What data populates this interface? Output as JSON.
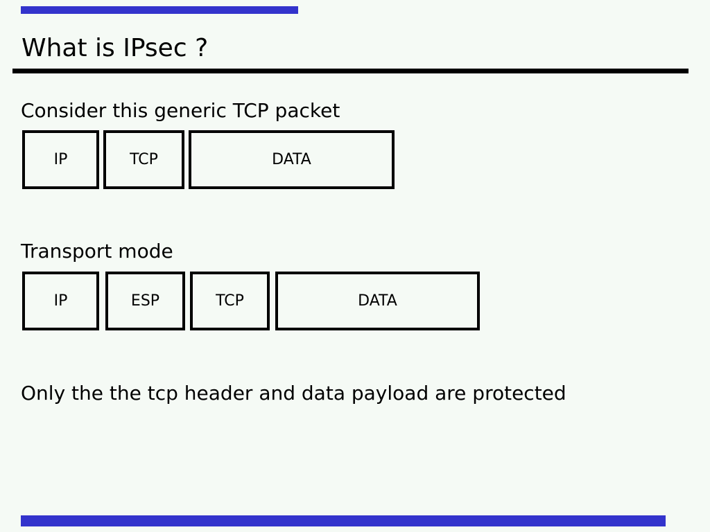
{
  "slide": {
    "title": "What is IPsec ?",
    "sections": [
      {
        "label": "Consider this generic TCP packet",
        "boxes": [
          "IP",
          "TCP",
          "DATA"
        ]
      },
      {
        "label": "Transport mode",
        "boxes": [
          "IP",
          "ESP",
          "TCP",
          "DATA"
        ]
      }
    ],
    "note": "Only the the tcp header and data payload are protected"
  },
  "colors": {
    "background": "#f5faf5",
    "accent_bar": "#3333cc",
    "text": "#000000",
    "box_border": "#000000",
    "title_rule": "#000000"
  }
}
